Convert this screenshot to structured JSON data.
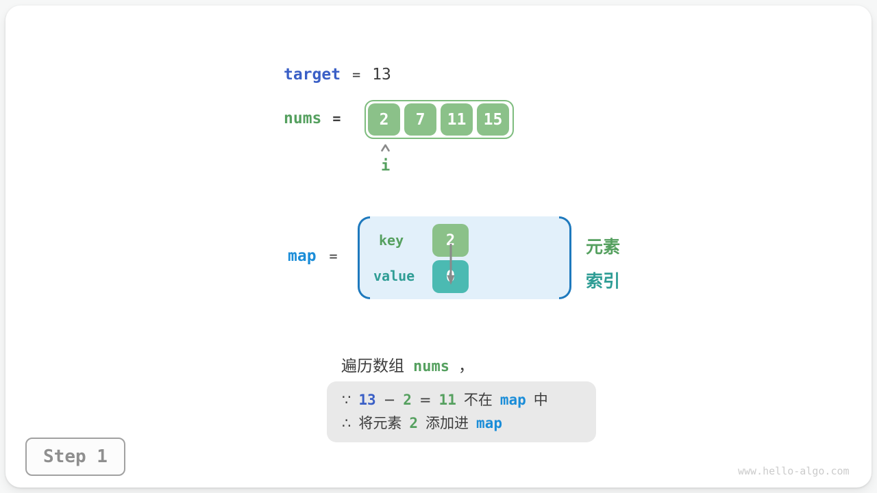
{
  "meta": {
    "step_label": "Step 1",
    "watermark": "www.hello-algo.com"
  },
  "colors": {
    "royal_blue": "#3A5FC6",
    "sky_blue": "#1B8DD8",
    "green_text": "#55A05F",
    "teal_text": "#2F9D95",
    "green_box": "#8BC189",
    "teal_box": "#4BBAB2",
    "array_border": "#7EBC7E",
    "map_fill": "#E2F0FA",
    "map_bracket": "#1E79BD",
    "note_bg": "#E9E9E9",
    "dark_text": "#3D3D3D",
    "gray": "#8A8A8A"
  },
  "target_row": {
    "label": "target",
    "equals": "=",
    "value": "13"
  },
  "nums_row": {
    "label": "nums",
    "equals": "=",
    "values": [
      "2",
      "7",
      "11",
      "15"
    ],
    "pointer_label": "i"
  },
  "map_row": {
    "label": "map",
    "equals": "=",
    "key_label": "key",
    "key_value": "2",
    "value_label": "value",
    "value_value": "0",
    "element_label": "元素",
    "index_label": "索引"
  },
  "caption": {
    "prefix": "遍历数组",
    "code": "nums",
    "comma": "，"
  },
  "note": {
    "line1": {
      "because": "∵",
      "target_num": "13",
      "minus": "−",
      "elem_num": "2",
      "equals": "=",
      "diff_num": "11",
      "not_in": "不在",
      "map_code": "map",
      "suffix": "中"
    },
    "line2": {
      "therefore": "∴",
      "text_a": "将元素",
      "elem_num": "2",
      "text_b": "添加进",
      "map_code": "map"
    }
  }
}
